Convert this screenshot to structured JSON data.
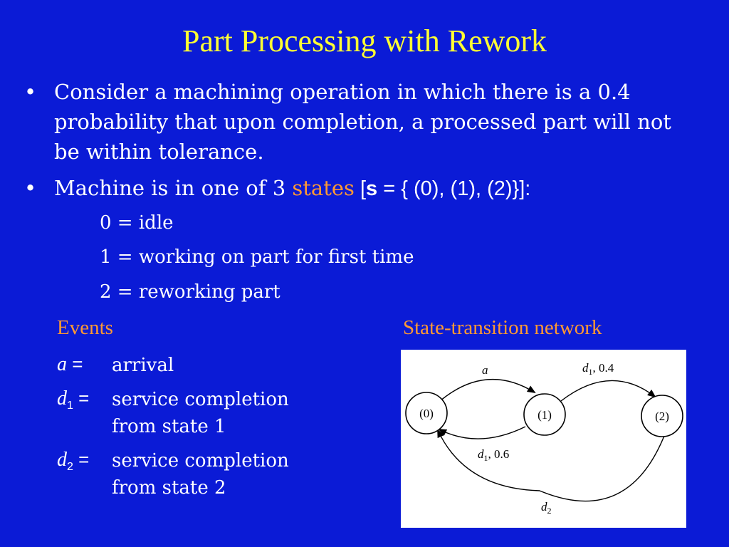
{
  "title": "Part Processing with Rework",
  "bullets": [
    {
      "marker": "•",
      "text": "Consider a machining operation in which there is a 0.4 probability that upon completion, a processed part will not be within tolerance."
    },
    {
      "marker": "•",
      "prefix": "Machine is in one of 3 ",
      "highlight": "states",
      "suffix_open": " [",
      "s_symbol": "s",
      "suffix_rest": " = { (0), (1), (2)}]:"
    }
  ],
  "states": [
    "0 = idle",
    "1 = working on part for first time",
    "2 = reworking part"
  ],
  "events_heading": "Events",
  "network_heading": "State-transition network",
  "events": [
    {
      "symbol": "a",
      "subscript": "",
      "equals": " =",
      "description_lines": [
        "arrival"
      ]
    },
    {
      "symbol": "d",
      "subscript": "1",
      "equals": " =",
      "description_lines": [
        "service completion",
        "from state 1"
      ]
    },
    {
      "symbol": "d",
      "subscript": "2",
      "equals": " =",
      "description_lines": [
        "service completion",
        "from state 2"
      ]
    }
  ],
  "diagram": {
    "nodes": [
      "(0)",
      "(1)",
      "(2)"
    ],
    "edge_labels": {
      "a": "a",
      "d1_rework_sym": "d",
      "d1_rework_sub": "1",
      "d1_rework_prob": ", 0.4",
      "d1_done_sym": "d",
      "d1_done_sub": "1",
      "d1_done_prob": ", 0.6",
      "d2_sym": "d",
      "d2_sub": "2"
    }
  }
}
